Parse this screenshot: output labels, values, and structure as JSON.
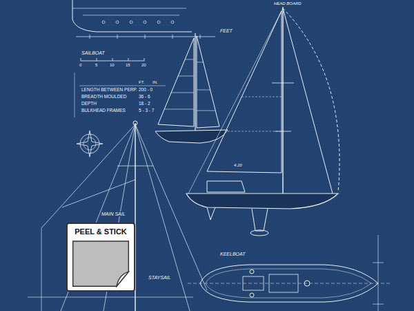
{
  "diagram": {
    "nodes": [
      {
        "text": [
          "PEEL & STICK"
        ]
      }
    ],
    "labels": [
      "FEET",
      "SAILBOAT",
      "0",
      "5",
      "10",
      "15",
      "20",
      "FT.",
      "IN.",
      "LENGTH BETWEEN PERP.",
      "200 - 0",
      "BREADTH MOULDED",
      "36 - 6",
      "DEPTH",
      "18 - 2",
      "BULKHEAD FRAMES",
      "5 - 3 - 7",
      "HEAD BOARD",
      "4.20",
      "MAIN SAIL",
      "STAYSAIL",
      "KEELBOAT"
    ]
  }
}
